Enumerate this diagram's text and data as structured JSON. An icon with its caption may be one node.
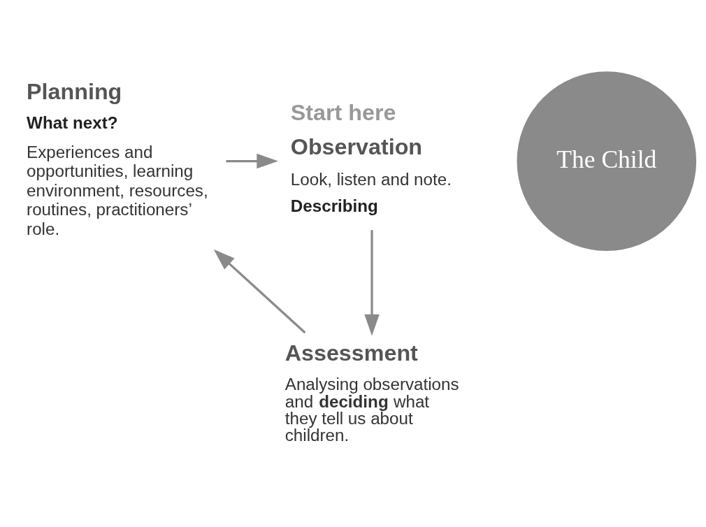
{
  "diagram": {
    "nodes": [
      {
        "text": [
          "Planning",
          "What next?",
          "Experiences and opportunities, learning environment, resources, routines, practitioners’ role."
        ]
      },
      {
        "text": [
          "Start here",
          "Observation",
          "Look, listen and note.",
          "Describing"
        ]
      },
      {
        "text": [
          "The Child"
        ]
      },
      {
        "text": [
          "Assessment",
          "Analysing observations and **deciding** what they tell us about children."
        ]
      }
    ],
    "edges": [
      {
        "from": 0,
        "to": 1,
        "arrow": "to"
      },
      {
        "from": 1,
        "to": 3,
        "arrow": "to"
      },
      {
        "from": 3,
        "to": 0,
        "arrow": "to"
      }
    ]
  }
}
